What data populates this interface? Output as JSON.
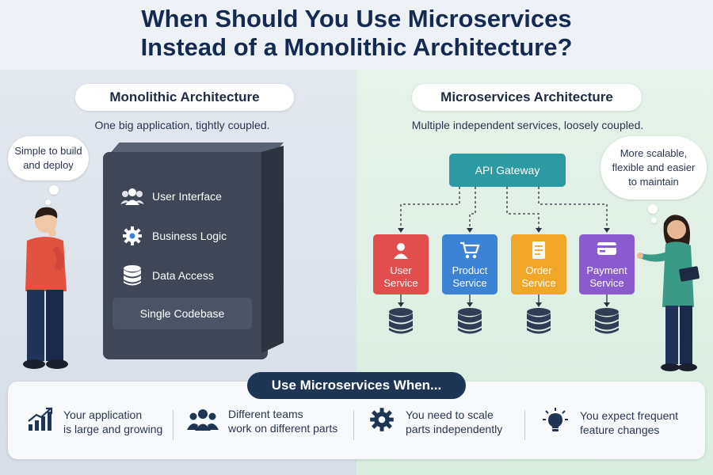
{
  "title_line1": "When Should You Use Microservices",
  "title_line2": "Instead of a Monolithic Architecture?",
  "monolith": {
    "heading": "Monolithic Architecture",
    "subtitle": "One big application, tightly coupled.",
    "thought": [
      "Simple to build",
      "and deploy"
    ],
    "layers": [
      {
        "label": "User Interface",
        "color": "#f07a3a",
        "icon": "users-icon"
      },
      {
        "label": "Business Logic",
        "color": "#3f7fd1",
        "icon": "gear-icon"
      },
      {
        "label": "Data Access",
        "color": "#7c5cc4",
        "icon": "database-icon"
      }
    ],
    "codebase": "Single Codebase"
  },
  "micro": {
    "heading": "Microservices Architecture",
    "subtitle": "Multiple independent services, loosely coupled.",
    "thought": [
      "More scalable,",
      "flexible and easier",
      "to maintain"
    ],
    "gateway": "API Gateway",
    "services": [
      {
        "line1": "User",
        "line2": "Service",
        "color": "#e24e4e",
        "icon": "user-icon"
      },
      {
        "line1": "Product",
        "line2": "Service",
        "color": "#3c83d6",
        "icon": "cart-icon"
      },
      {
        "line1": "Order",
        "line2": "Service",
        "color": "#f0a728",
        "icon": "receipt-icon"
      },
      {
        "line1": "Payment",
        "line2": "Service",
        "color": "#8a5bcf",
        "icon": "card-icon"
      }
    ]
  },
  "when": {
    "heading": "Use Microservices When...",
    "reasons": [
      {
        "line1": "Your application",
        "line2": "is large and growing",
        "icon": "growth-chart-icon"
      },
      {
        "line1": "Different teams",
        "line2": "work on different parts",
        "icon": "team-icon"
      },
      {
        "line1": "You need to scale",
        "line2": "parts independently",
        "icon": "gear-icon"
      },
      {
        "line1": "You expect frequent",
        "line2": "feature changes",
        "icon": "lightbulb-icon"
      }
    ]
  }
}
